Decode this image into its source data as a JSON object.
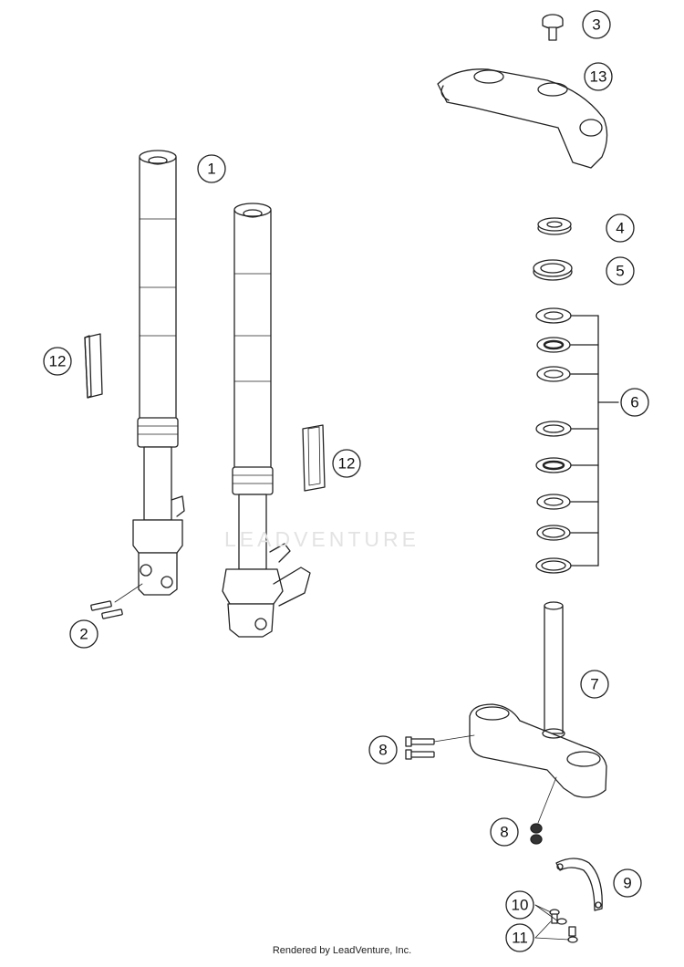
{
  "callouts": {
    "c1": "1",
    "c2": "2",
    "c3": "3",
    "c4": "4",
    "c5": "5",
    "c6": "6",
    "c7": "7",
    "c8a": "8",
    "c8b": "8",
    "c9": "9",
    "c10": "10",
    "c11": "11",
    "c12a": "12",
    "c12b": "12",
    "c13": "13"
  },
  "watermark": "LEADVENTURE",
  "footer": "Rendered by LeadVenture, Inc."
}
